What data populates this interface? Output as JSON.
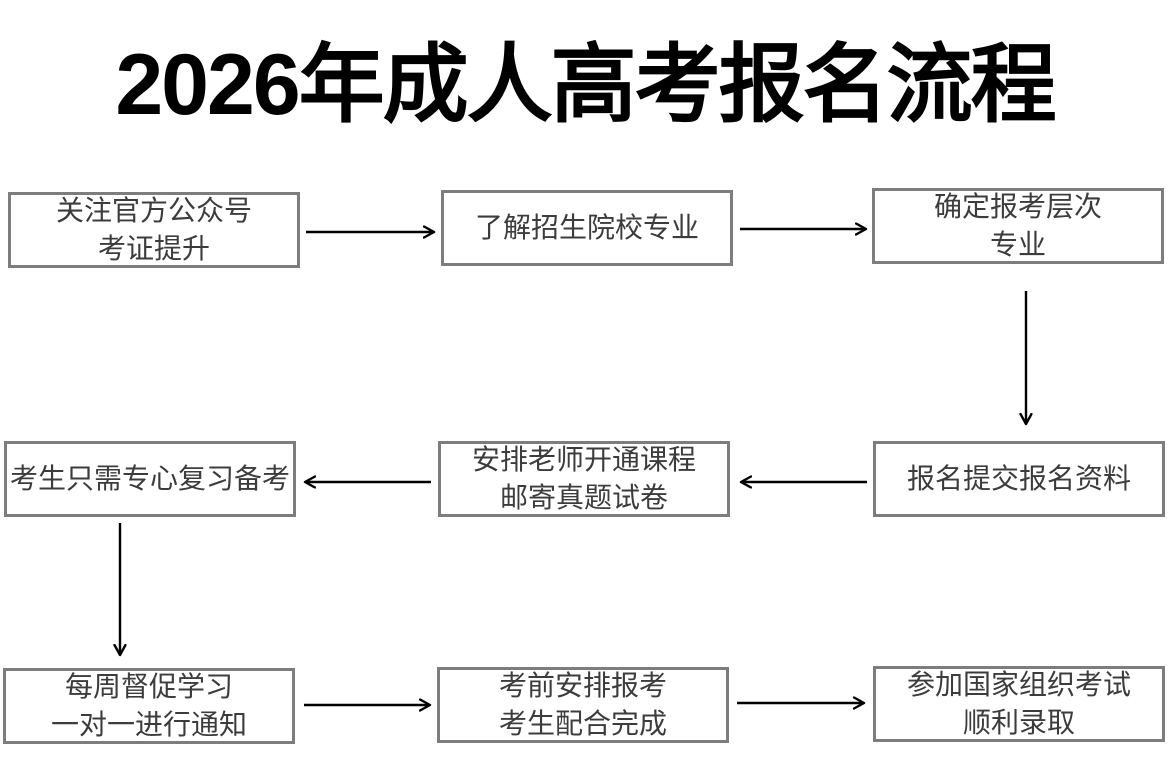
{
  "page": {
    "title": "2026年成人高考报名流程"
  },
  "colors": {
    "background": "#ffffff",
    "box_border": "#7d7d7d",
    "box_fill": "#ffffff",
    "box_text": "#3c3c3c",
    "title_text": "#000000",
    "arrow": "#000000"
  },
  "flow": {
    "steps": [
      {
        "id": 1,
        "lines": [
          "关注官方公众号",
          "考证提升"
        ]
      },
      {
        "id": 2,
        "lines": [
          "了解招生院校专业"
        ]
      },
      {
        "id": 3,
        "lines": [
          "确定报考层次",
          "专业"
        ]
      },
      {
        "id": 4,
        "lines": [
          "报名提交报名资料"
        ]
      },
      {
        "id": 5,
        "lines": [
          "安排老师开通课程",
          "邮寄真题试卷"
        ]
      },
      {
        "id": 6,
        "lines": [
          "考生只需专心复习备考"
        ]
      },
      {
        "id": 7,
        "lines": [
          "每周督促学习",
          "一对一进行通知"
        ]
      },
      {
        "id": 8,
        "lines": [
          "考前安排报考",
          "考生配合完成"
        ]
      },
      {
        "id": 9,
        "lines": [
          "参加国家组织考试",
          "顺利录取"
        ]
      }
    ],
    "connections": [
      {
        "from": 1,
        "to": 2,
        "direction": "right"
      },
      {
        "from": 2,
        "to": 3,
        "direction": "right"
      },
      {
        "from": 3,
        "to": 4,
        "direction": "down"
      },
      {
        "from": 4,
        "to": 5,
        "direction": "left"
      },
      {
        "from": 5,
        "to": 6,
        "direction": "left"
      },
      {
        "from": 6,
        "to": 7,
        "direction": "down"
      },
      {
        "from": 7,
        "to": 8,
        "direction": "right"
      },
      {
        "from": 8,
        "to": 9,
        "direction": "right"
      }
    ]
  }
}
